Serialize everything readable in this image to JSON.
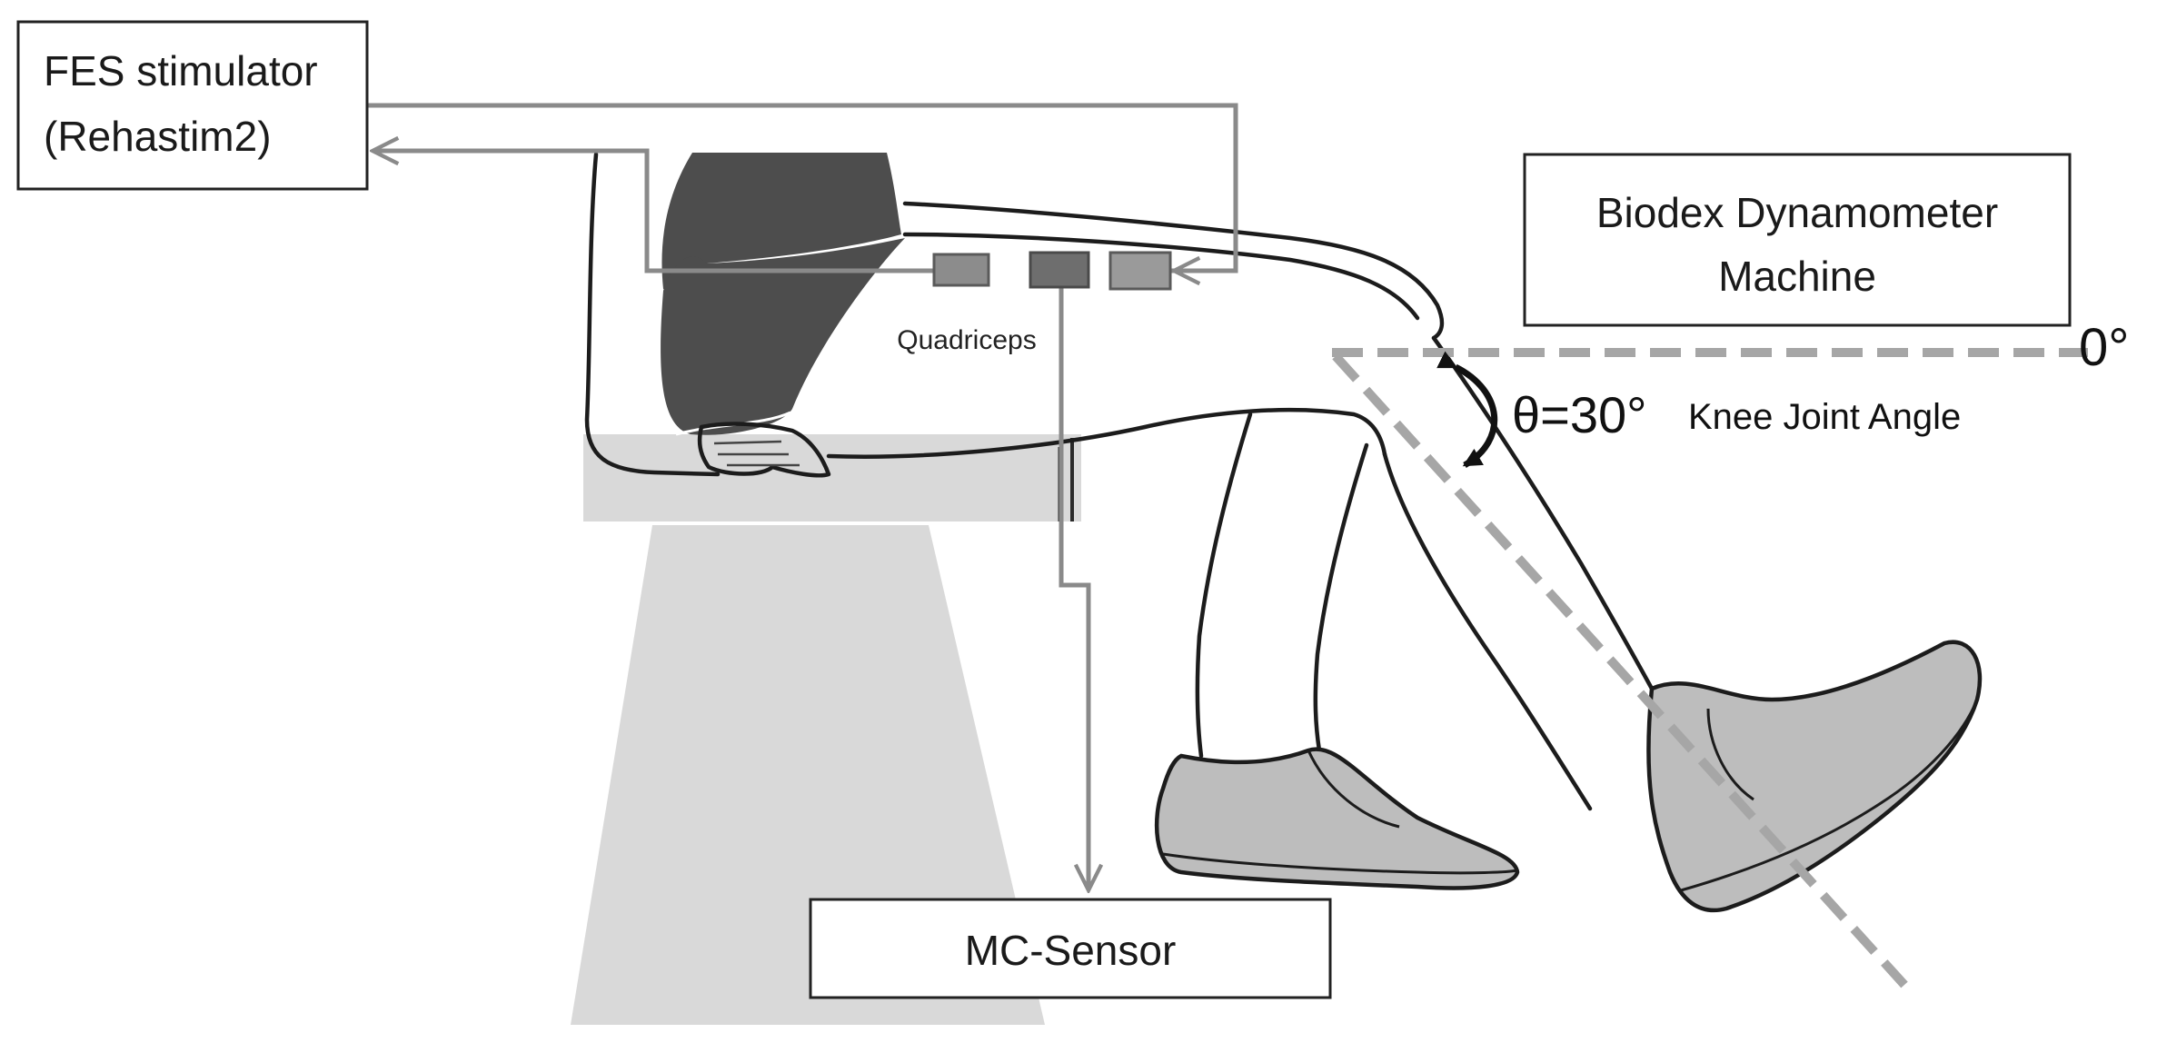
{
  "diagram": {
    "labels": {
      "fes_line1": "FES stimulator",
      "fes_line2": "(Rehastim2)",
      "biodex_line1": "Biodex Dynamometer",
      "biodex_line2": "Machine",
      "quadriceps": "Quadriceps",
      "mc_sensor": "MC-Sensor",
      "zero_degree": "0°",
      "theta": "θ=30°",
      "knee_joint_angle": "Knee Joint Angle"
    },
    "colors": {
      "wire": "#8a8a8a",
      "electrode": "#8c8c8c",
      "electrode_center": "#6e6e6e",
      "shorts": "#4d4d4d",
      "chair": "#d9d9d9",
      "shoe": "#bdbdbd",
      "outline": "#1c1c1c",
      "dashed_line": "#a6a6a6"
    },
    "knee_angle_degrees": 30
  }
}
